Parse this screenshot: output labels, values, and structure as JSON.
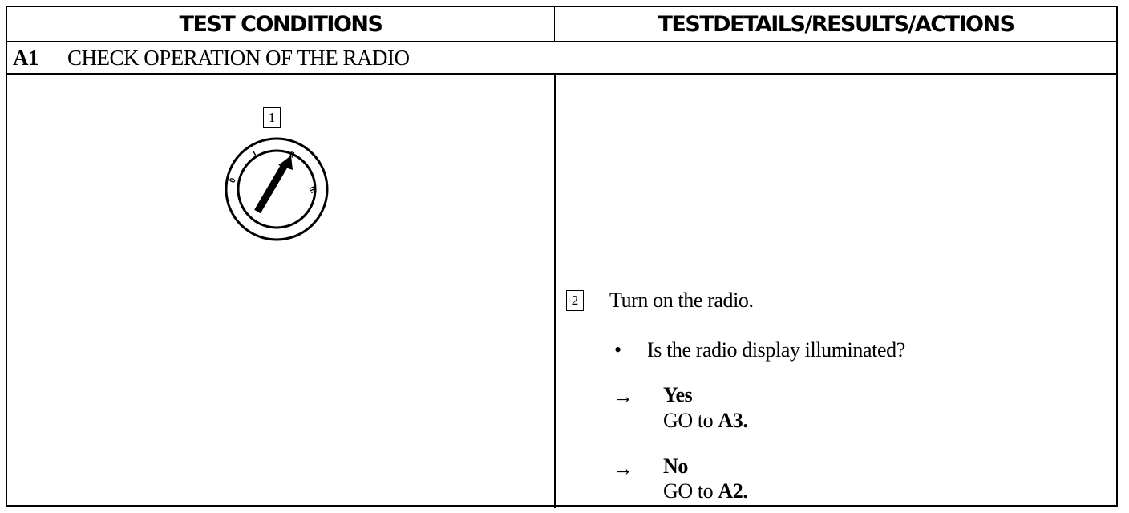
{
  "header": {
    "left_title": "TEST CONDITIONS",
    "right_title": "TESTDETAILS/RESULTS/ACTIONS"
  },
  "section": {
    "id": "A1",
    "title": "CHECK OPERATION OF THE RADIO"
  },
  "left": {
    "step_number": "1",
    "ignition_positions": [
      "0",
      "I",
      "II",
      "III"
    ]
  },
  "right": {
    "step_number": "2",
    "instruction": "Turn on the radio.",
    "bullet_symbol": "•",
    "question": "Is the radio display illuminated?",
    "arrow_symbol": "→",
    "yes_label": "Yes",
    "yes_action_prefix": "GO to",
    "yes_action_target": "A3.",
    "no_label": "No",
    "no_action_prefix": "GO to",
    "no_action_target": "A2."
  }
}
